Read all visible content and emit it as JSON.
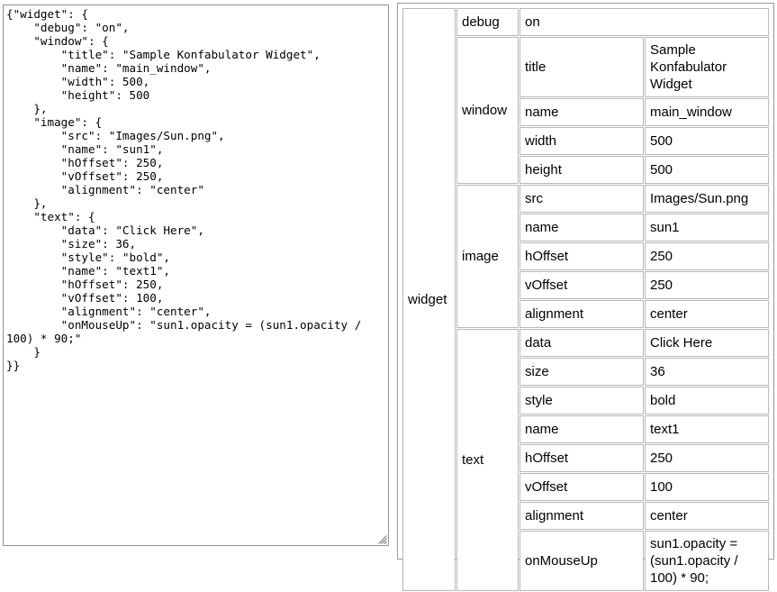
{
  "json_source": {
    "label": "json-input",
    "text": "{\"widget\": {\n    \"debug\": \"on\",\n    \"window\": {\n        \"title\": \"Sample Konfabulator Widget\",\n        \"name\": \"main_window\",\n        \"width\": 500,\n        \"height\": 500\n    },\n    \"image\": {\n        \"src\": \"Images/Sun.png\",\n        \"name\": \"sun1\",\n        \"hOffset\": 250,\n        \"vOffset\": 250,\n        \"alignment\": \"center\"\n    },\n    \"text\": {\n        \"data\": \"Click Here\",\n        \"size\": 36,\n        \"style\": \"bold\",\n        \"name\": \"text1\",\n        \"hOffset\": 250,\n        \"vOffset\": 100,\n        \"alignment\": \"center\",\n        \"onMouseUp\": \"sun1.opacity = (sun1.opacity / 100) * 90;\"\n    }\n}}"
  },
  "table": {
    "root_key": "widget",
    "groups": {
      "debug": {
        "key": "debug",
        "value": "on"
      },
      "window": {
        "key": "window",
        "rows": [
          {
            "key": "title",
            "value": "Sample Konfabulator Widget"
          },
          {
            "key": "name",
            "value": "main_window"
          },
          {
            "key": "width",
            "value": "500"
          },
          {
            "key": "height",
            "value": "500"
          }
        ]
      },
      "image": {
        "key": "image",
        "rows": [
          {
            "key": "src",
            "value": "Images/Sun.png"
          },
          {
            "key": "name",
            "value": "sun1"
          },
          {
            "key": "hOffset",
            "value": "250"
          },
          {
            "key": "vOffset",
            "value": "250"
          },
          {
            "key": "alignment",
            "value": "center"
          }
        ]
      },
      "text": {
        "key": "text",
        "rows": [
          {
            "key": "data",
            "value": "Click Here"
          },
          {
            "key": "size",
            "value": "36"
          },
          {
            "key": "style",
            "value": "bold"
          },
          {
            "key": "name",
            "value": "text1"
          },
          {
            "key": "hOffset",
            "value": "250"
          },
          {
            "key": "vOffset",
            "value": "100"
          },
          {
            "key": "alignment",
            "value": "center"
          },
          {
            "key": "onMouseUp",
            "value": "sun1.opacity = (sun1.opacity / 100) * 90;"
          }
        ]
      }
    }
  },
  "colors": {
    "text": "#000000",
    "table_border": "#b8b8b8",
    "pane_border": "#9a9a9a",
    "textarea_border": "#8f8f9d",
    "background": "#ffffff"
  }
}
